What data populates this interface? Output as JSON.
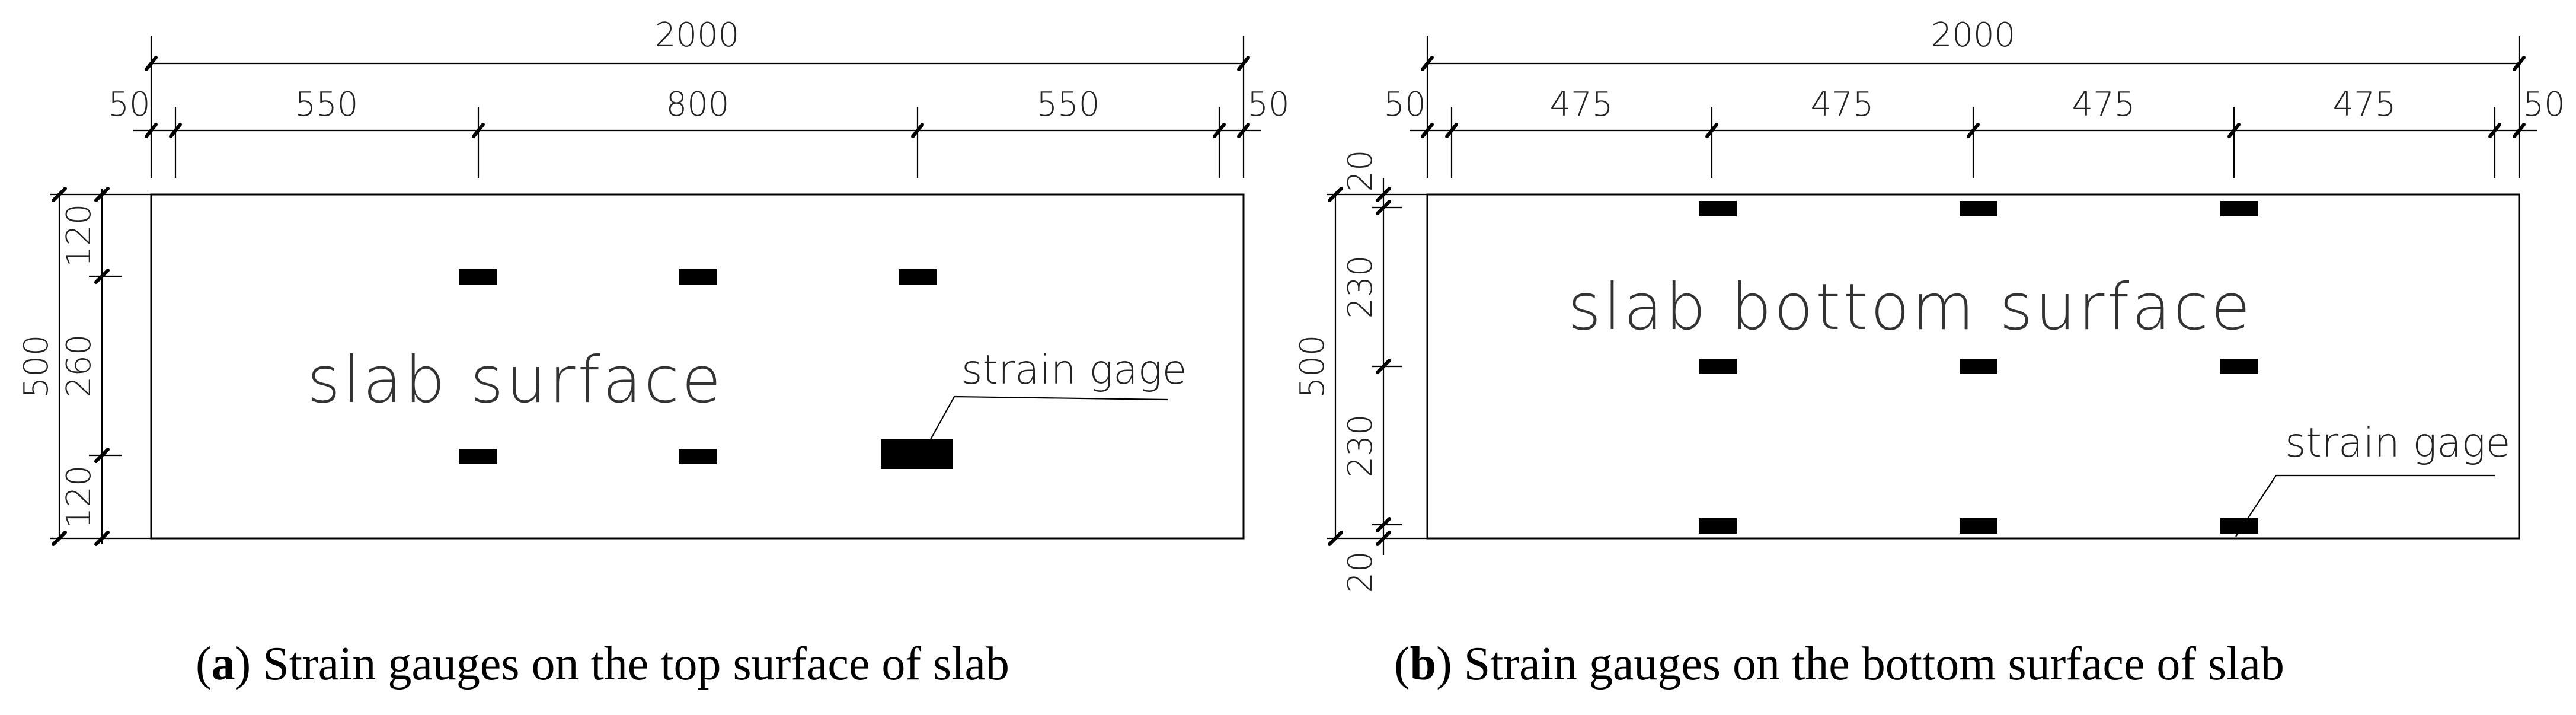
{
  "panel_a": {
    "total_width": "2000",
    "edge_left": "50",
    "edge_right": "50",
    "spans": [
      "550",
      "800",
      "550"
    ],
    "height_total": "500",
    "v_spans": [
      "120",
      "260",
      "120"
    ],
    "surface_label": "slab surface",
    "gauge_label": "strain gage",
    "caption_letter": "a",
    "caption_text": "Strain gauges on the top surface of slab"
  },
  "panel_b": {
    "total_width": "2000",
    "edge_left": "50",
    "edge_right": "50",
    "spans": [
      "475",
      "475",
      "475",
      "475"
    ],
    "height_total": "500",
    "v_spans": [
      "20",
      "230",
      "230",
      "20"
    ],
    "surface_label": "slab bottom surface",
    "gauge_label": "strain gage",
    "caption_letter": "b",
    "caption_text": "Strain gauges on the bottom surface of slab"
  }
}
